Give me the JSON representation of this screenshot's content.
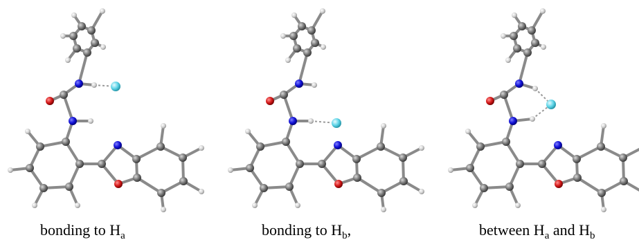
{
  "panels": [
    {
      "caption": {
        "prefix": "bonding to H",
        "sub": "a",
        "mid": "",
        "sub2": "",
        "suffix": ""
      },
      "hbond_target": "NH-a"
    },
    {
      "caption": {
        "prefix": "bonding to H",
        "sub": "b",
        "mid": "",
        "sub2": "",
        "suffix": ","
      },
      "hbond_target": "NH-b"
    },
    {
      "caption": {
        "prefix": "between H",
        "sub": "a",
        "mid": " and H",
        "sub2": "b",
        "suffix": ""
      },
      "hbond_target": "both"
    }
  ],
  "colors": {
    "carbon": "#6e6e6e",
    "hydrogen": "#d8d8d8",
    "nitrogen": "#1010d0",
    "oxygen": "#d01818",
    "fluoride": "#5fd5e8",
    "bond": "#8a8a8a",
    "hbond": "#9a9a9a"
  }
}
